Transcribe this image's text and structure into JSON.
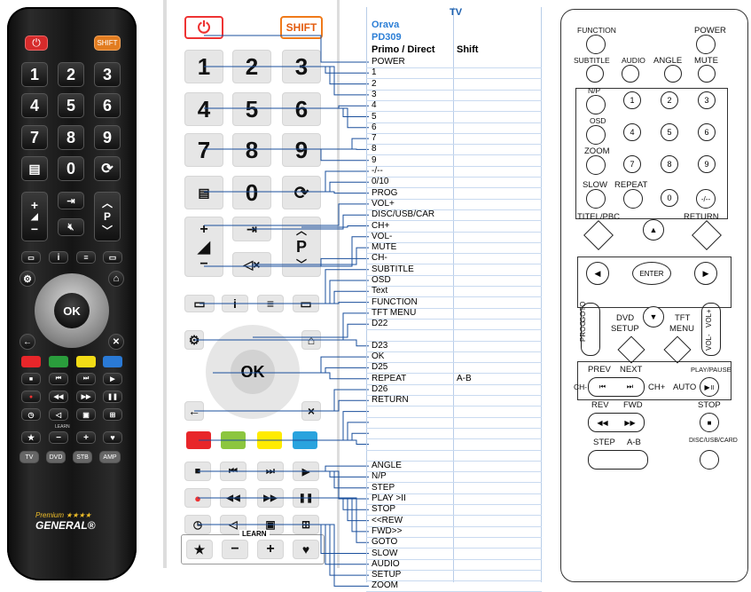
{
  "remote": {
    "power_label": "⏻",
    "shift_label": "SHIFT",
    "digits": [
      "1",
      "2",
      "3",
      "4",
      "5",
      "6",
      "7",
      "8",
      "9",
      "0"
    ],
    "p_label": "P",
    "ok_label": "OK",
    "learn_label": "LEARN",
    "device_buttons": [
      "TV",
      "DVD",
      "STB",
      "AMP"
    ],
    "brand_top": "Premium ★★★★",
    "brand_bottom": "GENERAL®",
    "color_keys": [
      "#e8262a",
      "#2a9d3c",
      "#f2dc16",
      "#2a7ad6"
    ]
  },
  "diagram": {
    "power_label": "⏻",
    "shift_label": "SHIFT",
    "digits": [
      "1",
      "2",
      "3",
      "4",
      "5",
      "6",
      "7",
      "8",
      "9",
      "0"
    ],
    "p_label": "P",
    "ok_label": "OK",
    "learn_label": "LEARN",
    "color_keys": [
      "#e8262a",
      "#8cc63f",
      "#ffeb00",
      "#29a3de"
    ]
  },
  "table": {
    "header": "TV",
    "brand": "Orava",
    "model": "PD309",
    "col1": "Primo / Direct",
    "col2": "Shift",
    "rows": [
      {
        "label": "POWER",
        "shift": ""
      },
      {
        "label": "1",
        "shift": ""
      },
      {
        "label": "2",
        "shift": ""
      },
      {
        "label": "3",
        "shift": ""
      },
      {
        "label": "4",
        "shift": ""
      },
      {
        "label": "5",
        "shift": ""
      },
      {
        "label": "6",
        "shift": ""
      },
      {
        "label": "7",
        "shift": ""
      },
      {
        "label": "8",
        "shift": ""
      },
      {
        "label": "9",
        "shift": ""
      },
      {
        "label": "-/--",
        "shift": ""
      },
      {
        "label": "0/10",
        "shift": ""
      },
      {
        "label": "PROG",
        "shift": ""
      },
      {
        "label": "VOL+",
        "shift": ""
      },
      {
        "label": "DISC/USB/CAR",
        "shift": ""
      },
      {
        "label": "CH+",
        "shift": ""
      },
      {
        "label": "VOL-",
        "shift": ""
      },
      {
        "label": "MUTE",
        "shift": ""
      },
      {
        "label": "CH-",
        "shift": ""
      },
      {
        "label": "SUBTITLE",
        "shift": ""
      },
      {
        "label": "OSD",
        "shift": ""
      },
      {
        "label": "Text",
        "shift": ""
      },
      {
        "label": "FUNCTION",
        "shift": ""
      },
      {
        "label": "TFT MENU",
        "shift": ""
      },
      {
        "label": "D22",
        "shift": ""
      },
      {
        "label": "",
        "shift": ""
      },
      {
        "label": "D23",
        "shift": ""
      },
      {
        "label": "OK",
        "shift": ""
      },
      {
        "label": "D25",
        "shift": ""
      },
      {
        "label": "REPEAT",
        "shift": "A-B"
      },
      {
        "label": "D26",
        "shift": ""
      },
      {
        "label": "RETURN",
        "shift": ""
      },
      {
        "label": "",
        "shift": ""
      },
      {
        "label": "",
        "shift": ""
      },
      {
        "label": "",
        "shift": ""
      },
      {
        "label": "",
        "shift": ""
      },
      {
        "label": "",
        "shift": ""
      },
      {
        "label": "ANGLE",
        "shift": ""
      },
      {
        "label": "N/P",
        "shift": ""
      },
      {
        "label": "STEP",
        "shift": ""
      },
      {
        "label": "PLAY >II",
        "shift": ""
      },
      {
        "label": "STOP",
        "shift": ""
      },
      {
        "label": "<<REW",
        "shift": ""
      },
      {
        "label": "FWD>>",
        "shift": ""
      },
      {
        "label": "GOTO",
        "shift": ""
      },
      {
        "label": "SLOW",
        "shift": ""
      },
      {
        "label": "AUDIO",
        "shift": ""
      },
      {
        "label": "SETUP",
        "shift": ""
      },
      {
        "label": "ZOOM",
        "shift": ""
      }
    ]
  },
  "schematic": {
    "labels": {
      "function": "FUNCTION",
      "power": "POWER",
      "subtitle": "SUBTITLE",
      "audio": "AUDIO",
      "angle": "ANGLE",
      "mute": "MUTE",
      "np": "N/P",
      "osd": "OSD",
      "zoom": "ZOOM",
      "slow": "SLOW",
      "repeat": "REPEAT",
      "titel_pbc": "TITEL/PBC",
      "return": "RETURN",
      "enter": "ENTER",
      "prog": "PROG",
      "goto": "GOTO",
      "dvd_setup_1": "DVD",
      "dvd_setup_2": "SETUP",
      "tft_menu_1": "TFT",
      "tft_menu_2": "MENU",
      "vol_plus": "VOL+",
      "vol_minus": "VOL-",
      "prev": "PREV",
      "next": "NEXT",
      "play_pause": "PLAY/PAUSE",
      "ch_minus": "CH-",
      "ch_plus": "CH+",
      "auto": "AUTO",
      "rev": "REV",
      "fwd": "FWD",
      "stop": "STOP",
      "step": "STEP",
      "a_b": "A-B",
      "disc_usb_card": "DISC/USB/CARD"
    },
    "keys": [
      "1",
      "2",
      "3",
      "4",
      "5",
      "6",
      "7",
      "8",
      "9",
      "0",
      "-/--"
    ]
  }
}
